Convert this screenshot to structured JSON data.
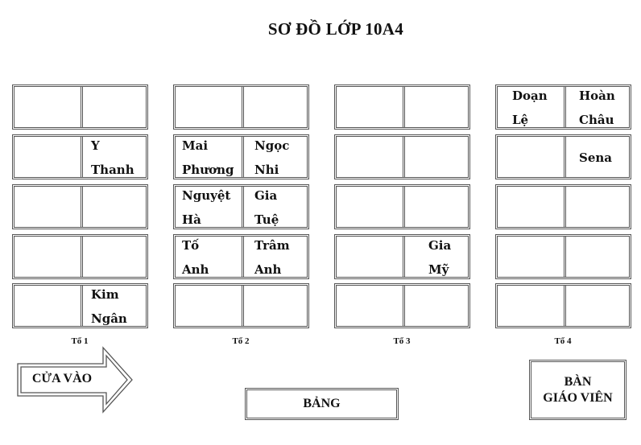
{
  "title": "SƠ ĐỒ LỚP 10A4",
  "groups": [
    {
      "label": "Tổ 1",
      "rows": [
        [
          "",
          ""
        ],
        [
          "",
          "Y\nThanh"
        ],
        [
          "",
          ""
        ],
        [
          "",
          ""
        ],
        [
          "",
          "Kim\nNgân"
        ]
      ]
    },
    {
      "label": "Tổ 2",
      "rows": [
        [
          "",
          ""
        ],
        [
          "Mai\nPhương",
          "Ngọc\nNhi"
        ],
        [
          "Nguyệt\nHà",
          "Gia\nTuệ"
        ],
        [
          "Tố\nAnh",
          "Trâm\nAnh"
        ],
        [
          "",
          ""
        ]
      ]
    },
    {
      "label": "Tổ 3",
      "rows": [
        [
          "",
          ""
        ],
        [
          "",
          ""
        ],
        [
          "",
          ""
        ],
        [
          "",
          "Gia\nMỹ"
        ],
        [
          "",
          ""
        ]
      ]
    },
    {
      "label": "Tổ 4",
      "rows": [
        [
          "Doạn\nLệ",
          "Hoàn\nChâu"
        ],
        [
          "",
          "Sena"
        ],
        [
          "",
          ""
        ],
        [
          "",
          ""
        ],
        [
          "",
          ""
        ]
      ]
    }
  ],
  "door": {
    "label": "CỬA VÀO"
  },
  "board": {
    "label": "BẢNG"
  },
  "teacher_desk": {
    "line1": "BÀN",
    "line2": "GIÁO VIÊN"
  }
}
